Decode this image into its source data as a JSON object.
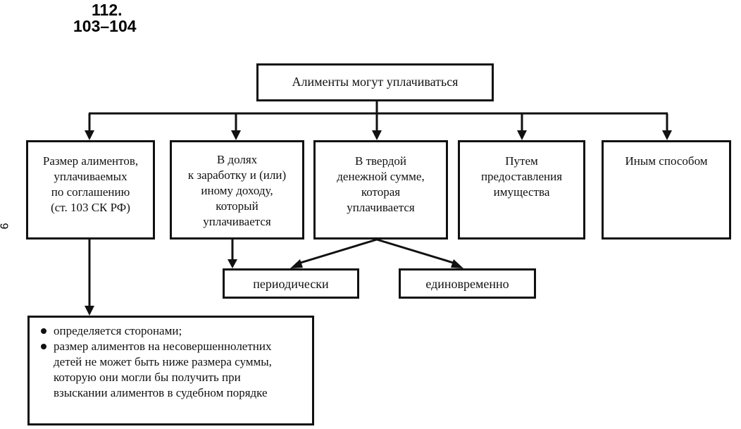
{
  "header": {
    "number": "112.",
    "pages": "103–104"
  },
  "side_mark": "9",
  "diagram": {
    "root": "Алименты могут уплачиваться",
    "methods": [
      {
        "id": "agreement",
        "lines": [
          "Размер алиментов,",
          "уплачиваемых",
          "по соглашению",
          "(ст. 103 СК РФ)"
        ]
      },
      {
        "id": "share",
        "lines": [
          "В долях",
          "к заработку и (или)",
          "иному доходу,",
          "который",
          "уплачивается"
        ]
      },
      {
        "id": "fixed-sum",
        "lines": [
          "В твердой",
          "денежной сумме,",
          "которая",
          "уплачивается"
        ]
      },
      {
        "id": "property",
        "lines": [
          "Путем",
          "предоставления",
          "имущества"
        ]
      },
      {
        "id": "other",
        "lines": [
          "Иным способом"
        ]
      }
    ],
    "payment_modes": {
      "periodic": "периодически",
      "lump_sum": "единовременно"
    },
    "agreement_details": [
      "определяется сторонами;",
      "размер алиментов на несовершеннолетних детей не может быть ниже размера суммы, которую они могли бы получить при взыскании алиментов в судебном порядке"
    ]
  }
}
